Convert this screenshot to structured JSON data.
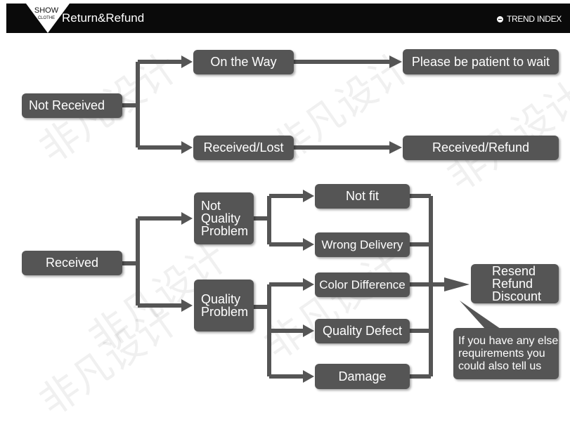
{
  "header": {
    "logo_top": "SHOW",
    "logo_bottom": "CLOTHE",
    "title": "Return&Refund",
    "brand": "TREND INDEX"
  },
  "watermark": "非凡设计",
  "nodes": {
    "not_received": "Not Received",
    "on_the_way": "On the Way",
    "please_wait": "Please be patient to wait",
    "received_lost": "Received/Lost",
    "received_refund": "Received/Refund",
    "received": "Received",
    "not_quality_problem": "Not\nQuality\nProblem",
    "quality_problem": "Quality\nProblem",
    "not_fit": "Not fit",
    "wrong_delivery": "Wrong Delivery",
    "color_difference": "Color Difference",
    "quality_defect": "Quality Defect",
    "damage": "Damage",
    "resend_refund_discount": "Resend\nRefund\nDiscount",
    "callout": "If you have any else\nrequirements you\ncould also tell us"
  },
  "colors": {
    "box": "#555555",
    "line": "#555555",
    "header": "#0a0a0a"
  }
}
